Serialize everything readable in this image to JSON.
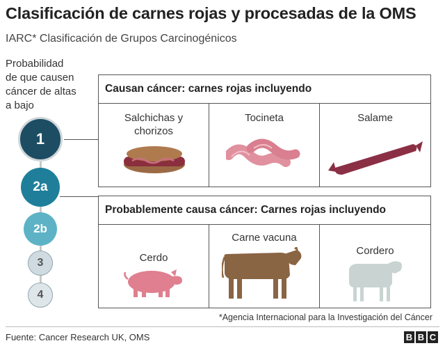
{
  "title": "Clasificación de carnes rojas y procesadas de la OMS",
  "subtitle": "IARC* Clasificación de Grupos Carcinogénicos",
  "probability_label": [
    "Probabilidad",
    "de que causen",
    "cáncer de altas",
    "a bajo"
  ],
  "scale": [
    {
      "label": "1",
      "color": "#1c4d63"
    },
    {
      "label": "2a",
      "color": "#1f7f9a"
    },
    {
      "label": "2b",
      "color": "#5db3c5"
    },
    {
      "label": "3",
      "color": "#cfdbe0"
    },
    {
      "label": "4",
      "color": "#dfe6ea"
    }
  ],
  "groups": [
    {
      "heading": "Causan cáncer: carnes rojas incluyendo",
      "items": [
        {
          "label_lines": [
            "Salchichas y",
            "chorizos"
          ],
          "icon": "sausage-icon"
        },
        {
          "label_lines": [
            "Tocineta"
          ],
          "icon": "bacon-icon"
        },
        {
          "label_lines": [
            "Salame"
          ],
          "icon": "salami-icon"
        }
      ]
    },
    {
      "heading": "Probablemente causa cáncer: Carnes rojas incluyendo",
      "items": [
        {
          "label_lines": [
            "Cerdo"
          ],
          "icon": "pig-icon"
        },
        {
          "label_lines": [
            "Carne vacuna"
          ],
          "icon": "cow-icon"
        },
        {
          "label_lines": [
            "Cordero"
          ],
          "icon": "sheep-icon"
        }
      ]
    }
  ],
  "footnote": "*Agencia Internacional para la Investigación del Cáncer",
  "source": "Fuente: Cancer Research UK, OMS",
  "logo": [
    "B",
    "B",
    "C"
  ],
  "colors": {
    "sausage_bun": "#b07a4f",
    "sausage": "#8b2f3f",
    "bacon": "#e0909e",
    "salami": "#8b2f45",
    "pig": "#e07f8f",
    "cow": "#8a6544",
    "sheep": "#c9d4d2"
  }
}
